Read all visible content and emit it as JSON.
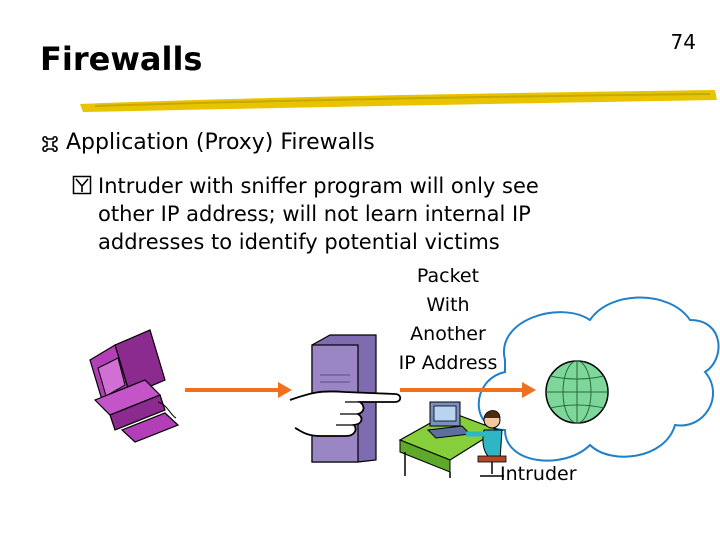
{
  "slide": {
    "page_number": "74",
    "title": "Firewalls",
    "bullets": [
      {
        "text": "Application (Proxy) Firewalls",
        "marker": "z-bullet-icon"
      },
      {
        "text": "Intruder with sniffer program will only see\nother IP address; will not learn internal IP\naddresses to identify potential victims",
        "marker": "y-bullet-icon"
      }
    ]
  },
  "diagram": {
    "packet_label": "Packet\nWith\nAnother\nIP Address",
    "intruder_label": "Intruder",
    "colors": {
      "computer": "#b23fb8",
      "server": "#9a86c4",
      "arrow": "#f07020",
      "desk": "#86cf3a",
      "cloud_stroke": "#1f7fc8",
      "globe": "#7dd79a",
      "accent_underline": "#e8c400"
    }
  }
}
